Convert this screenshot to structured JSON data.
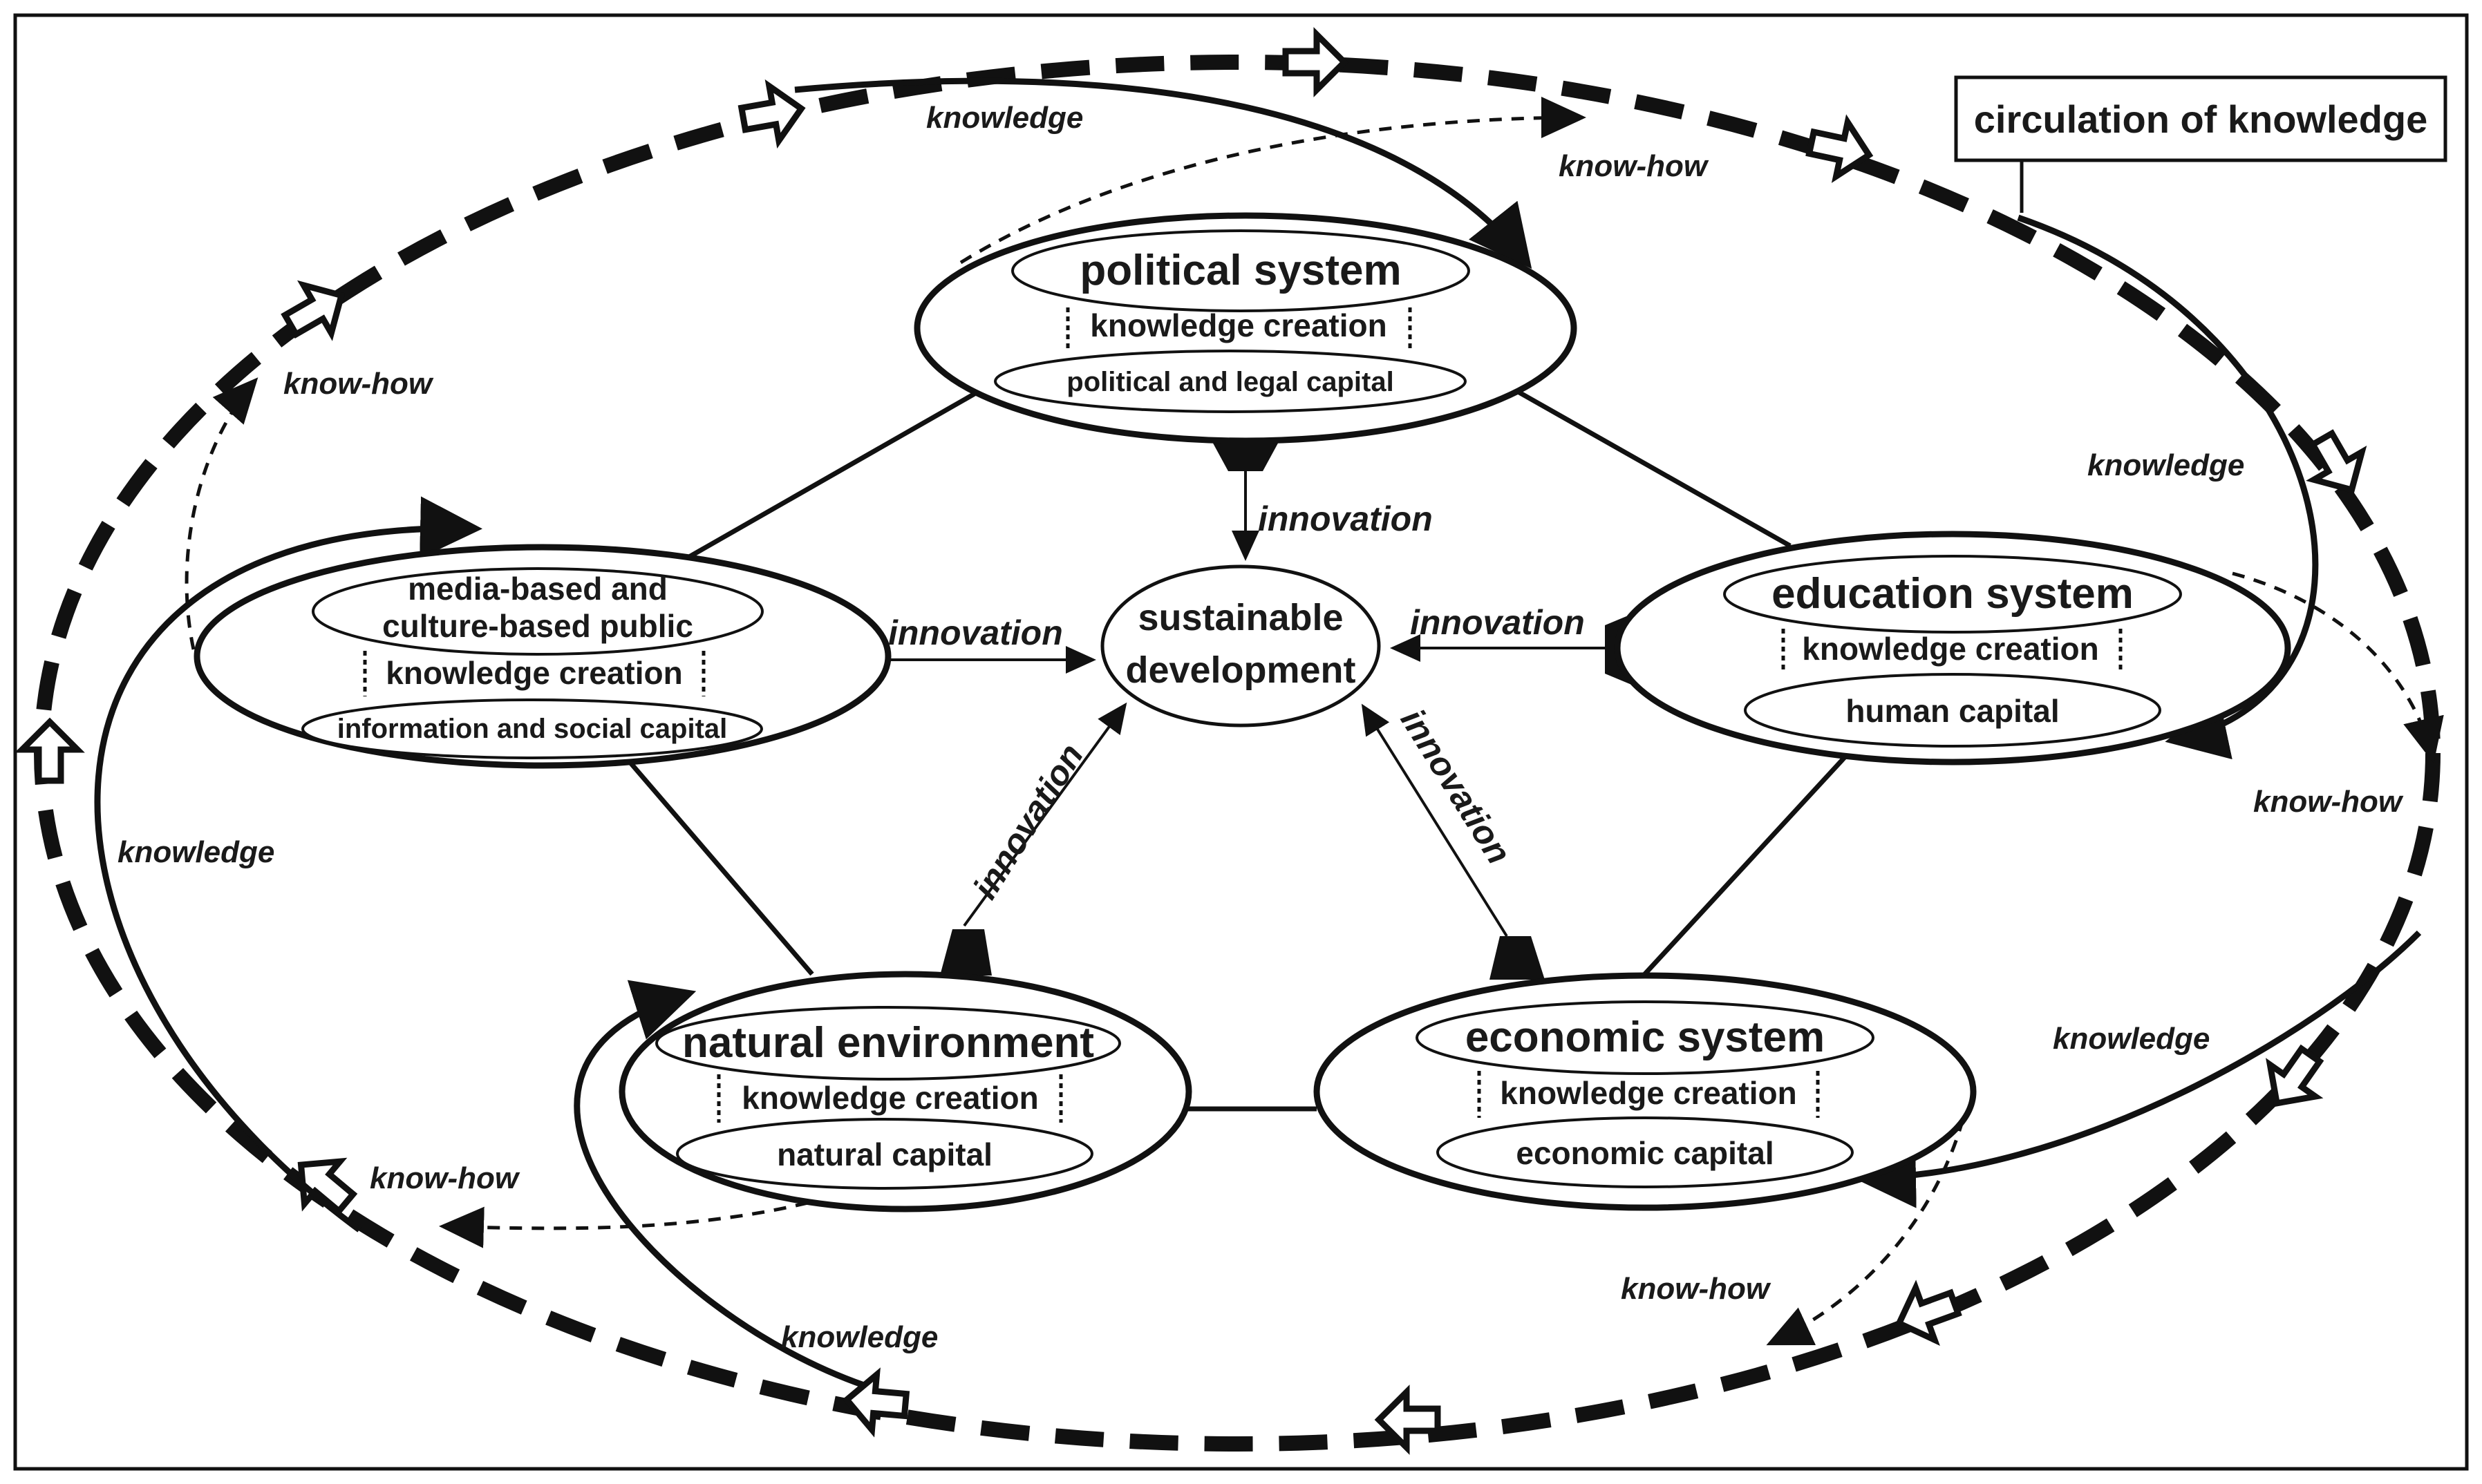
{
  "legend": "circulation of knowledge",
  "center": {
    "line1": "sustainable",
    "line2": "development"
  },
  "systems": {
    "political": {
      "name": "political system",
      "process": "knowledge creation",
      "capital": "political and legal capital"
    },
    "education": {
      "name": "education system",
      "process": "knowledge creation",
      "capital": "human capital"
    },
    "economic": {
      "name": "economic system",
      "process": "knowledge creation",
      "capital": "economic capital"
    },
    "natural": {
      "name": "natural environment",
      "process": "knowledge creation",
      "capital": "natural capital"
    },
    "media": {
      "name_line1": "media-based and",
      "name_line2": "culture-based public",
      "process": "knowledge creation",
      "capital": "information and social capital"
    }
  },
  "innovation_labels": {
    "political": "innovation",
    "media": "innovation",
    "education": "innovation",
    "natural": "innovation",
    "economic": "innovation"
  },
  "flow_labels": {
    "knowledge_top": "knowledge",
    "knowhow_top": "know-how",
    "knowhow_left": "know-how",
    "knowledge_right": "knowledge",
    "knowhow_right": "know-how",
    "knowledge_left": "knowledge",
    "knowledge_bottom_right": "knowledge",
    "knowhow_bottom_left": "know-how",
    "knowhow_bottom_right": "know-how",
    "knowledge_bottom": "knowledge"
  }
}
